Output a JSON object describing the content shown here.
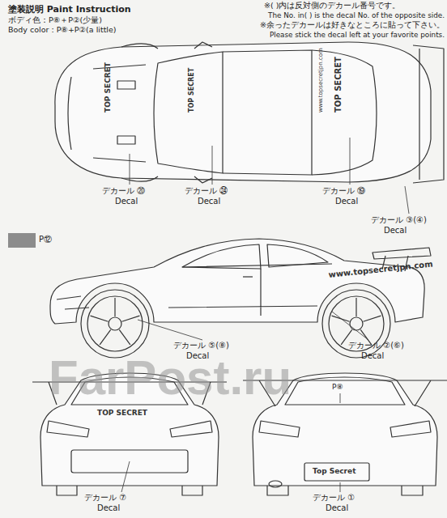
{
  "diagram": {
    "labels": [
      "※( )内は反対側のデカール番号です。",
      "The No. in( ) is the decal No. of the opposite side.",
      "※余ったデカールは好きなところに貼って下さい。",
      "Please stick the decal left at your favorite points.",
      "塗装説明 Paint Instruction",
      "ボディ色：P⑧＋P②(少量)",
      "Body color : P⑧+P②(a little)",
      "TOP SECRET",
      "TOP SECRET",
      "TOP SECRET",
      "www.topsecretjpn.com",
      "デカール ⑳",
      "Decal",
      "デカール ㉔",
      "Decal",
      "デカール ⑲",
      "Decal",
      "デカール ③(④)",
      "Decal",
      "www.topsecretjpn.com",
      "デカール ⑤(⑧)",
      "Decal",
      "デカール ②(⑥)",
      "Decal",
      "TOP SECRET",
      "デカール ⑦",
      "Decal",
      "P⑧",
      "Top Secret",
      "デカール ①",
      "Decal",
      "FarPost.ru"
    ],
    "legend": [
      {
        "text": "P⑫",
        "color": "#8c8c8c"
      }
    ]
  }
}
